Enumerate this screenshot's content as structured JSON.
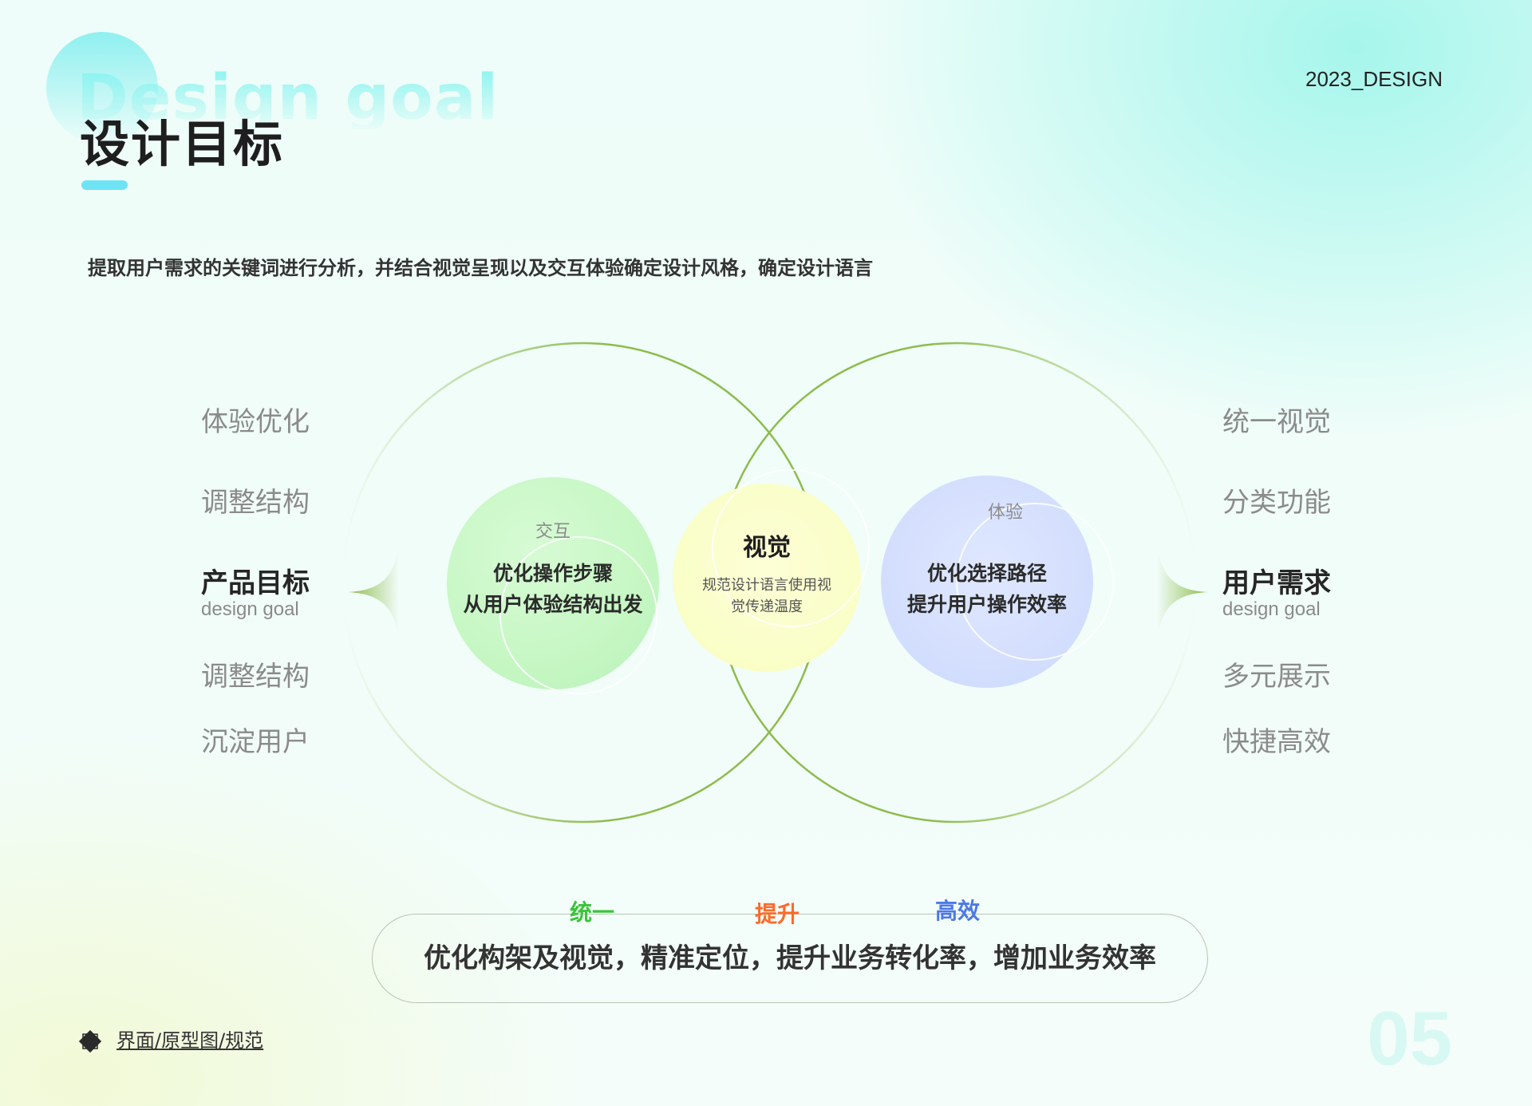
{
  "header": {
    "title_en": "Design goal",
    "title_cn": "设计目标",
    "year_tag": "2023_DESIGN",
    "subtitle": "提取用户需求的关键词进行分析，并结合视觉呈现以及交互体验确定设计风格，确定设计语言"
  },
  "left_list": {
    "items": [
      "体验优化",
      "调整结构",
      "产品目标",
      "调整结构",
      "沉淀用户"
    ],
    "active_sub": "design goal"
  },
  "right_list": {
    "items": [
      "统一视觉",
      "分类功能",
      "用户需求",
      "多元展示",
      "快捷高效"
    ],
    "active_sub": "design goal"
  },
  "circles": {
    "interaction": {
      "tag": "交互",
      "line1": "优化操作步骤",
      "line2": "从用户体验结构出发"
    },
    "visual": {
      "title": "视觉",
      "line1": "规范设计语言使用视",
      "line2": "觉传递温度"
    },
    "experience": {
      "tag": "体验",
      "line1": "优化选择路径",
      "line2": "提升用户操作效率"
    }
  },
  "bottom": {
    "keywords": [
      {
        "label": "统一",
        "color": "#3ac43a"
      },
      {
        "label": "提升",
        "color": "#ff6a28"
      },
      {
        "label": "高效",
        "color": "#4c78e8"
      }
    ],
    "statement": "优化构架及视觉，精准定位，提升业务转化率，增加业务效率"
  },
  "footer": {
    "breadcrumb": "界面/原型图/规范",
    "page_number": "05"
  },
  "colors": {
    "accent_cyan": "#6ee3f5",
    "arc_green": "#8dbb4c",
    "circle_green": "#c6f7c3",
    "circle_yellow": "#f8fdc0",
    "circle_blue": "#ccd9fd"
  }
}
